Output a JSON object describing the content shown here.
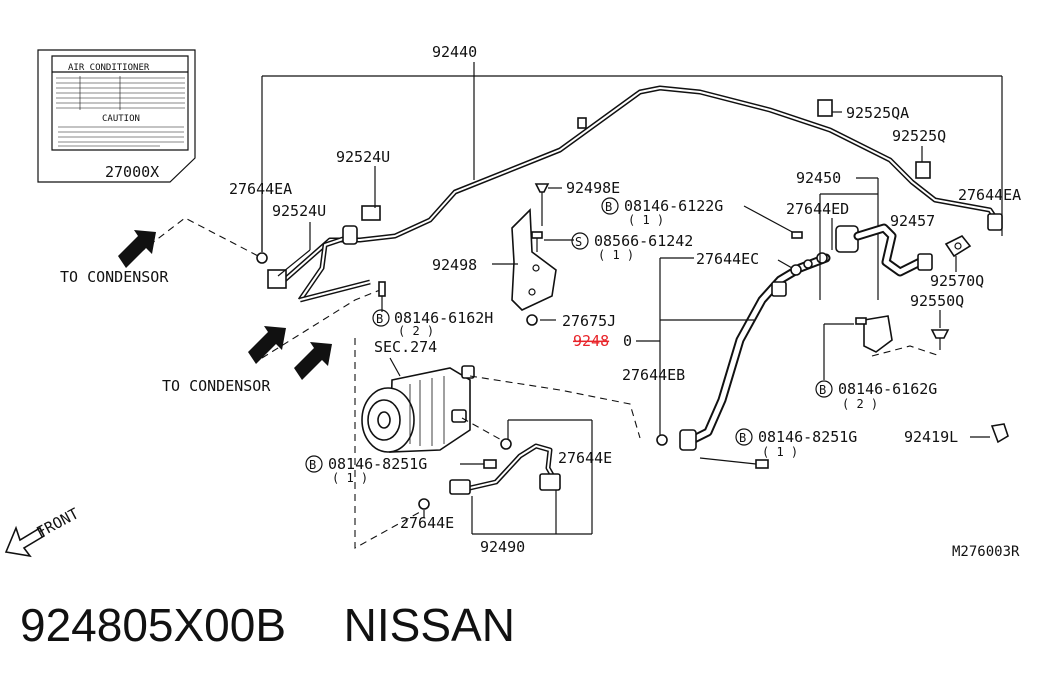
{
  "callouts": {
    "c92440": "92440",
    "c27000x": "27000X",
    "c92524u_a": "92524U",
    "c27644ea_l": "27644EA",
    "c92524u_b": "92524U",
    "c92498e": "92498E",
    "c92525qa": "92525QA",
    "c92525q": "92525Q",
    "c92450": "92450",
    "c27644ea_r": "27644EA",
    "c27644ed": "27644ED",
    "c92457": "92457",
    "c92498": "92498",
    "c27644ec": "27644EC",
    "c92570q": "92570Q",
    "c92550q": "92550Q",
    "c27675j": "27675J",
    "c92480_hl": "9248",
    "c92480_rest": "0",
    "csec274": "SEC.274",
    "c27644eb": "27644EB",
    "c92419l": "92419L",
    "c27644e_r": "27644E",
    "c27644e_b": "27644E",
    "c92490": "92490",
    "cdiag": "M276003R"
  },
  "bolts": {
    "b1": {
      "badge": "B",
      "code": "08146-6122G",
      "qty": "( 1 )"
    },
    "b2": {
      "badge": "S",
      "code": "08566-61242",
      "qty": "( 1 )"
    },
    "b3": {
      "badge": "B",
      "code": "08146-6162H",
      "qty": "( 2 )"
    },
    "b4": {
      "badge": "B",
      "code": "08146-6162G",
      "qty": "( 2 )"
    },
    "b5": {
      "badge": "B",
      "code": "08146-8251G",
      "qty": "( 1 )"
    },
    "b6": {
      "badge": "B",
      "code": "08146-8251G",
      "qty": "( 1 )"
    }
  },
  "directions": {
    "condensor_1": "TO CONDENSOR",
    "condensor_2": "TO CONDENSOR",
    "front": "FRONT"
  },
  "label_plate": {
    "title": "AIR CONDITIONER",
    "caution": "CAUTION"
  },
  "footer": {
    "part_number": "924805X00B",
    "brand": "NISSAN"
  },
  "colors": {
    "highlight": "#e8242a",
    "ink": "#111111"
  }
}
